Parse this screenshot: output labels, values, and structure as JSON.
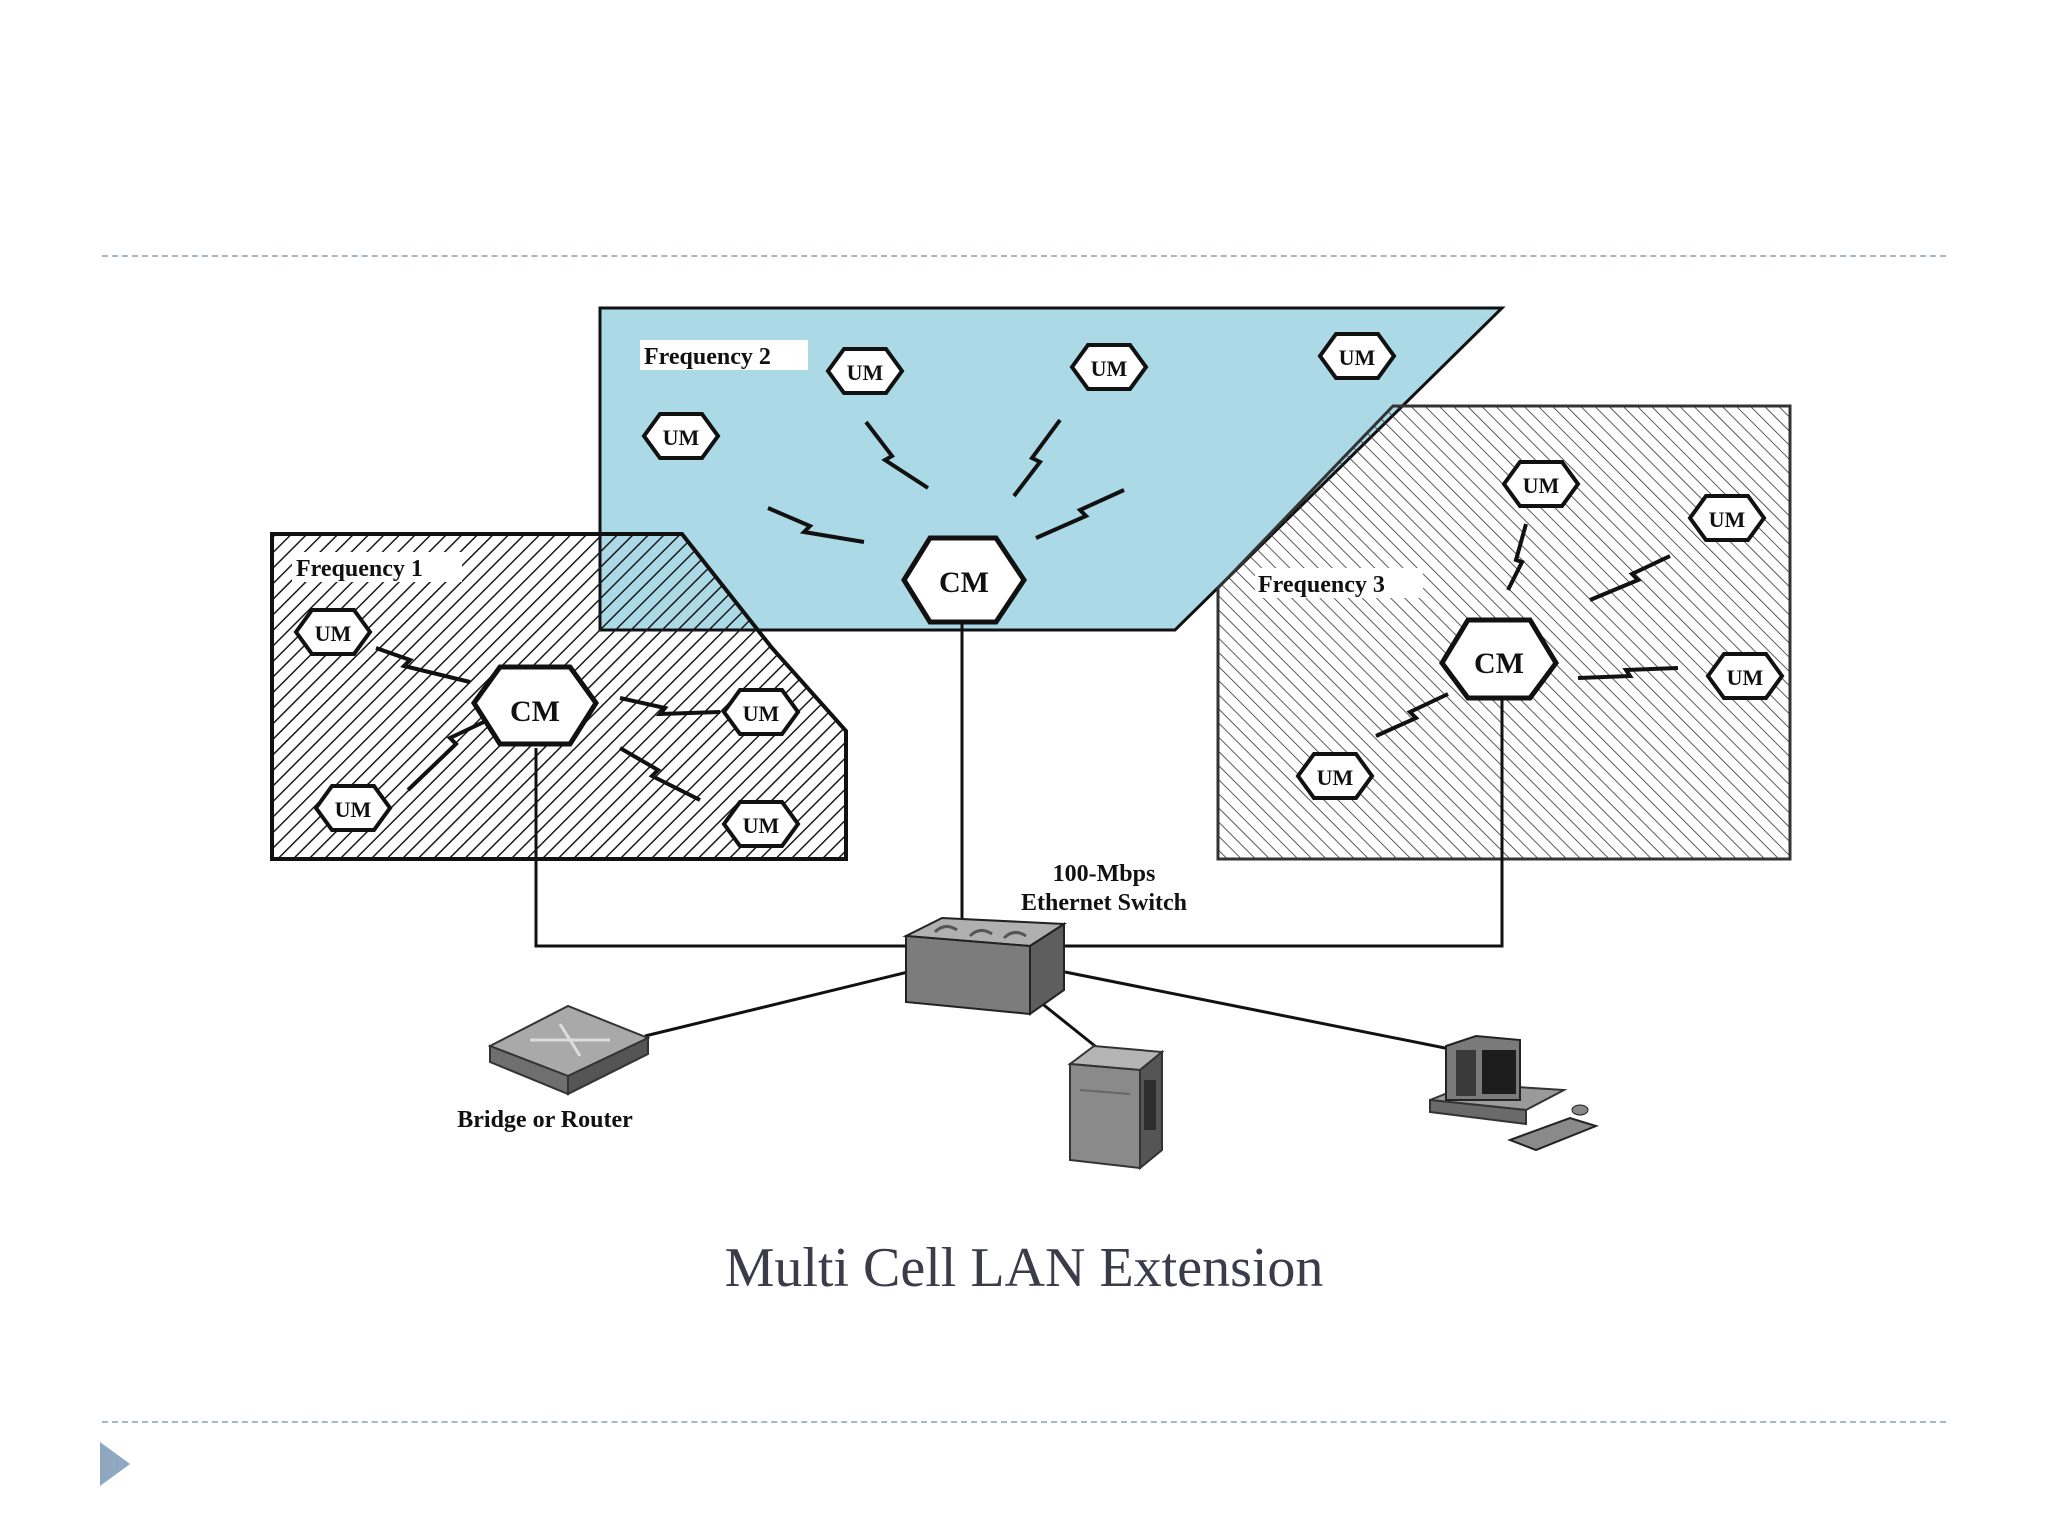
{
  "slide": {
    "caption": "Multi Cell LAN Extension"
  },
  "diagram": {
    "cells": [
      {
        "label": "Frequency 1"
      },
      {
        "label": "Frequency 2"
      },
      {
        "label": "Frequency 3"
      }
    ],
    "control_module_label": "CM",
    "user_module_label": "UM",
    "switch_label_line1": "100-Mbps",
    "switch_label_line2": "Ethernet Switch",
    "bridge_label": "Bridge or Router"
  },
  "colors": {
    "frequency2_fill": "#acd9e6",
    "hatch": "#1a1a1a",
    "caption": "#3b3b4a",
    "rule": "#a9b6c4",
    "bullet": "#8fa8c0"
  }
}
